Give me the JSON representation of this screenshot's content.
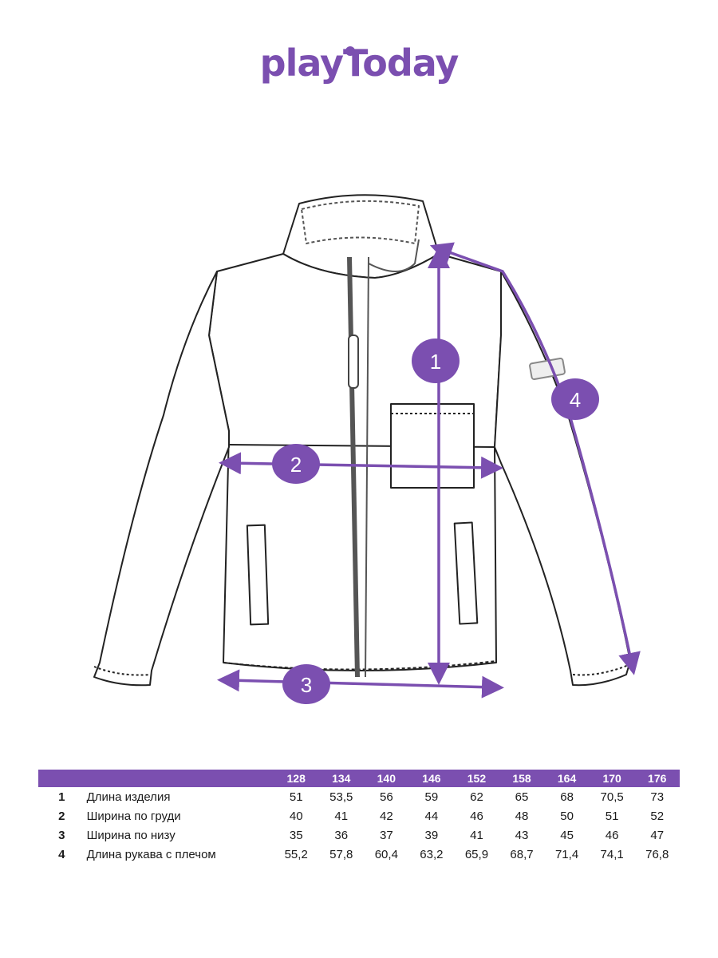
{
  "brand": {
    "name": "playToday",
    "color": "#7b4fb0"
  },
  "badges": [
    "1",
    "2",
    "3",
    "4"
  ],
  "table": {
    "sizes": [
      "128",
      "134",
      "140",
      "146",
      "152",
      "158",
      "164",
      "170",
      "176"
    ],
    "rows": [
      {
        "num": "1",
        "label": "Длина изделия",
        "values": [
          "51",
          "53,5",
          "56",
          "59",
          "62",
          "65",
          "68",
          "70,5",
          "73"
        ]
      },
      {
        "num": "2",
        "label": "Ширина по груди",
        "values": [
          "40",
          "41",
          "42",
          "44",
          "46",
          "48",
          "50",
          "51",
          "52"
        ]
      },
      {
        "num": "3",
        "label": "Ширина по низу",
        "values": [
          "35",
          "36",
          "37",
          "39",
          "41",
          "43",
          "45",
          "46",
          "47"
        ]
      },
      {
        "num": "4",
        "label": "Длина рукава с плечом",
        "values": [
          "55,2",
          "57,8",
          "60,4",
          "63,2",
          "65,9",
          "68,7",
          "71,4",
          "74,1",
          "76,8"
        ]
      }
    ]
  }
}
